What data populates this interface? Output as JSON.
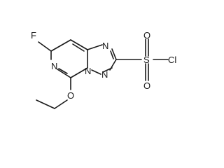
{
  "molecule": {
    "atoms": {
      "fluorine": "F",
      "n_pyrimidine_1": "N",
      "n_triazole_top": "N",
      "n_triazole_bridge": "N",
      "n_triazole_bottom": "N",
      "sulfur": "S",
      "chlorine": "Cl",
      "oxygen_top": "O",
      "oxygen_bottom": "O",
      "oxygen_ether": "O"
    }
  }
}
